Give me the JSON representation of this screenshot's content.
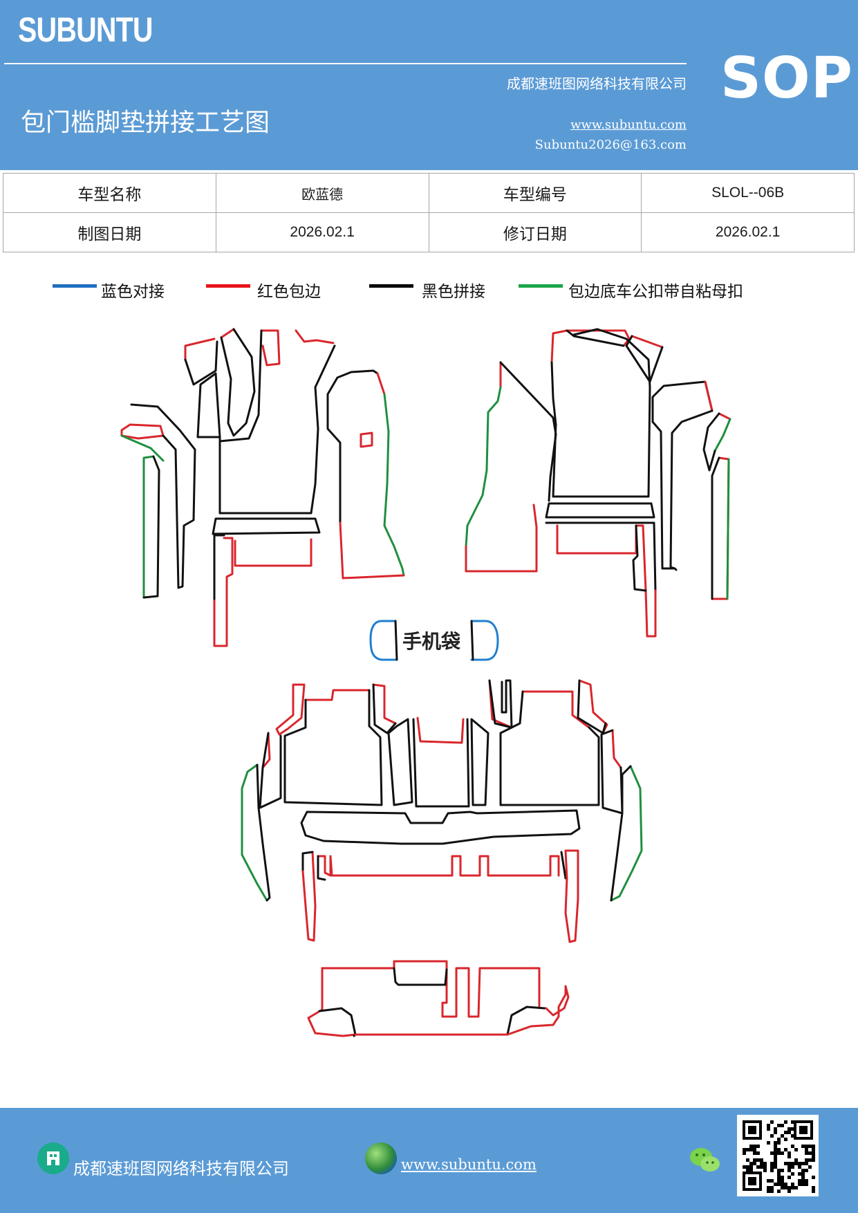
{
  "header": {
    "brand": "SUBUNTU",
    "company": "成都速班图网络科技有限公司",
    "title": "包门槛脚垫拼接工艺图",
    "website": "www.subuntu.com",
    "email": "Subuntu2026@163.com",
    "badge": "SOP"
  },
  "info_table": {
    "model_name_label": "车型名称",
    "model_name_value": "欧蓝德",
    "model_code_label": "车型编号",
    "model_code_value": "SLOL--06B",
    "draw_date_label": "制图日期",
    "draw_date_value": "2026.02.1",
    "revise_date_label": "修订日期",
    "revise_date_value": "2026.02.1"
  },
  "legend": [
    {
      "label": "蓝色对接",
      "color": "#1f6fc1"
    },
    {
      "label": "红色包边",
      "color": "#e8141a"
    },
    {
      "label": "黑色拼接",
      "color": "#000000"
    },
    {
      "label": "包边底车公扣带自粘母扣",
      "color": "#1aa64a"
    }
  ],
  "diagram": {
    "phone_pocket_label": "手机袋",
    "colors": {
      "black": "#111111",
      "red": "#d9262c",
      "green": "#1f8f3f",
      "blue": "#1e7fd0"
    }
  },
  "footer": {
    "company": "成都速班图网络科技有限公司",
    "website": "www.subuntu.com",
    "icons": [
      "building-icon",
      "globe-icon",
      "wechat-icon",
      "qr-code"
    ]
  }
}
